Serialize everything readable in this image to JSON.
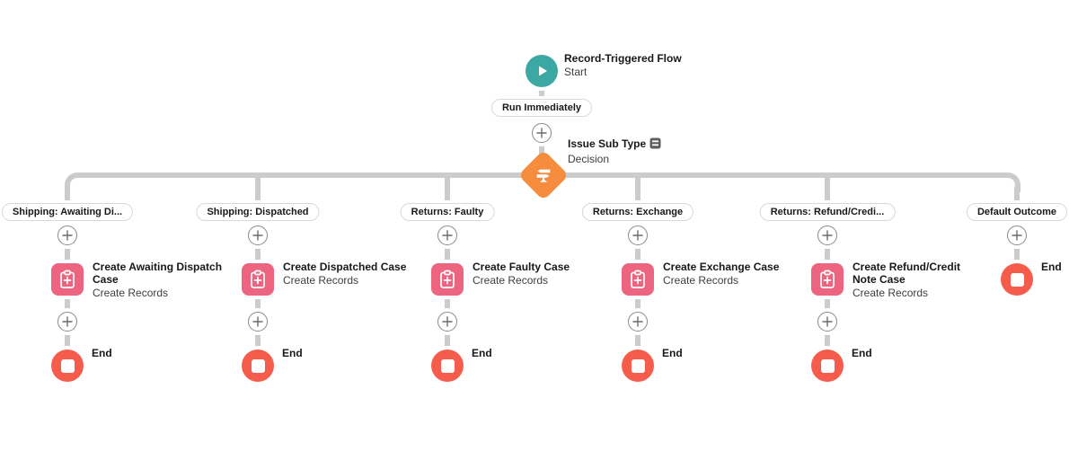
{
  "colors": {
    "start_node": "#3CA8A3",
    "decision_node": "#F68C3E",
    "action_node": "#ED6480",
    "end_node": "#F65C4C",
    "connector": "#CCCCCC"
  },
  "start": {
    "title": "Record-Triggered Flow",
    "subtitle": "Start"
  },
  "trunk": {
    "run_label": "Run Immediately"
  },
  "decision": {
    "title": "Issue Sub Type",
    "subtitle": "Decision"
  },
  "branches": [
    {
      "outcome": "Shipping: Awaiting Di...",
      "action_title": "Create Awaiting Dispatch Case",
      "action_subtitle": "Create Records",
      "end_label": "End"
    },
    {
      "outcome": "Shipping: Dispatched",
      "action_title": "Create Dispatched Case",
      "action_subtitle": "Create Records",
      "end_label": "End"
    },
    {
      "outcome": "Returns: Faulty",
      "action_title": "Create Faulty Case",
      "action_subtitle": "Create Records",
      "end_label": "End"
    },
    {
      "outcome": "Returns: Exchange",
      "action_title": "Create Exchange Case",
      "action_subtitle": "Create Records",
      "end_label": "End"
    },
    {
      "outcome": "Returns: Refund/Credi...",
      "action_title": "Create Refund/Credit Note Case",
      "action_subtitle": "Create Records",
      "end_label": "End"
    },
    {
      "outcome": "Default Outcome",
      "end_label": "End"
    }
  ]
}
